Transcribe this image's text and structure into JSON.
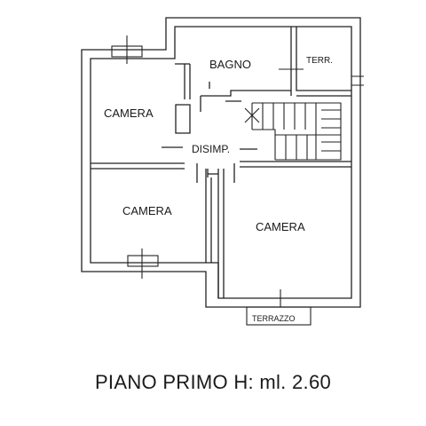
{
  "plan": {
    "rooms": {
      "camera_top_left": "CAMERA",
      "bagno": "BAGNO",
      "terr": "TERR.",
      "disimp": "DISIMP.",
      "camera_bottom_left": "CAMERA",
      "camera_right": "CAMERA",
      "terrazzo": "TERRAZZO"
    }
  },
  "caption": {
    "text": "PIANO PRIMO H: ml. 2.60"
  }
}
